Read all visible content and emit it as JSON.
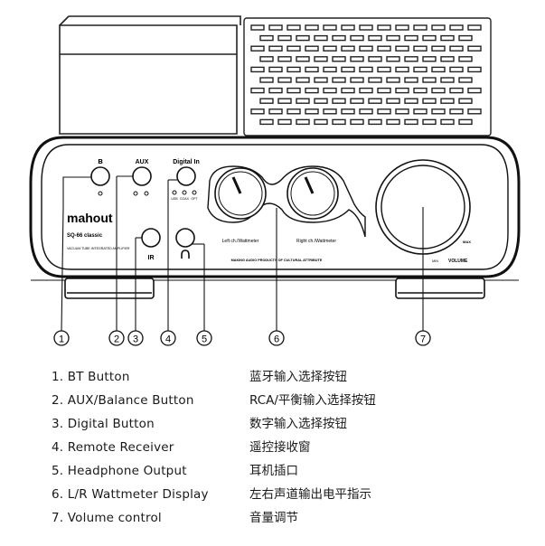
{
  "device": {
    "brand": "mahout",
    "model": "SQ-66 classic",
    "subtitle": "VACUUM TUBE INTEGRATED AMPLIFIER",
    "tagline": "MAKING AUDIO PRODUCTS OF CULTURAL ATTRIBUTE",
    "labels": {
      "bt_symbol": "ʙ",
      "aux": "AUX",
      "digital": "Digital In",
      "digital_sub": [
        "USB",
        "COAX",
        "OPT"
      ],
      "ir": "IR",
      "left_meter": "Left ch./Wattmeter",
      "right_meter": "Right ch./Wattmeter",
      "max": "MAX",
      "min": "MIN",
      "volume": "VOLUME"
    }
  },
  "callouts": [
    "1",
    "2",
    "3",
    "4",
    "5",
    "6",
    "7"
  ],
  "legend": [
    {
      "en": "1. BT Button",
      "zh": "蓝牙输入选择按钮"
    },
    {
      "en": "2. AUX/Balance Button",
      "zh": "RCA/平衡输入选择按钮"
    },
    {
      "en": "3. Digital Button",
      "zh": "数字输入选择按钮"
    },
    {
      "en": "4. Remote Receiver",
      "zh": "遥控接收窗"
    },
    {
      "en": "5. Headphone Output",
      "zh": "耳机插口"
    },
    {
      "en": "6. L/R Wattmeter Display",
      "zh": "左右声道输出电平指示"
    },
    {
      "en": "7. Volume control",
      "zh": "音量调节"
    }
  ]
}
